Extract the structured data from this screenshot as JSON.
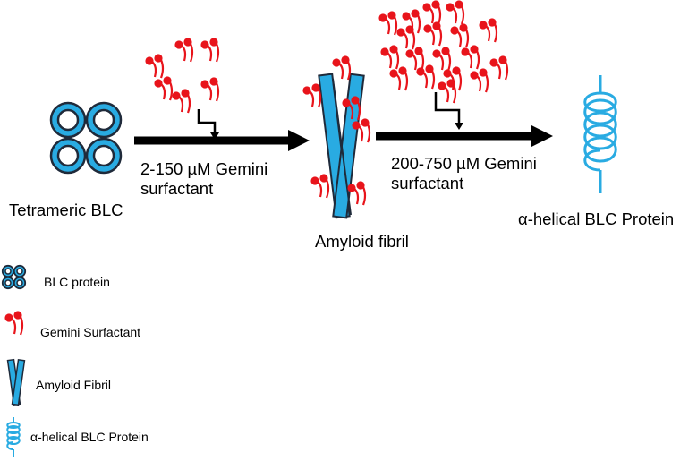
{
  "labels": {
    "tetrameric": "Tetrameric BLC",
    "step1_line1": "2-150 µM Gemini",
    "step1_line2": "surfactant",
    "amyloid": "Amyloid fibril",
    "step2_line1": "200-750 µM Gemini",
    "step2_line2": "surfactant",
    "alpha_helical": "α-helical BLC Protein"
  },
  "legend": [
    {
      "icon": "tetramer-icon",
      "label": "BLC protein"
    },
    {
      "icon": "gemini-surfactant-icon",
      "label": "Gemini Surfactant"
    },
    {
      "icon": "amyloid-fibril-icon",
      "label": "Amyloid Fibril"
    },
    {
      "icon": "helix-icon",
      "label": "α-helical BLC Protein"
    }
  ],
  "colors": {
    "protein_blue": "#29abe2",
    "outline": "#1f2a3a",
    "surfactant_red": "#e8141b",
    "arrow": "#000000"
  }
}
